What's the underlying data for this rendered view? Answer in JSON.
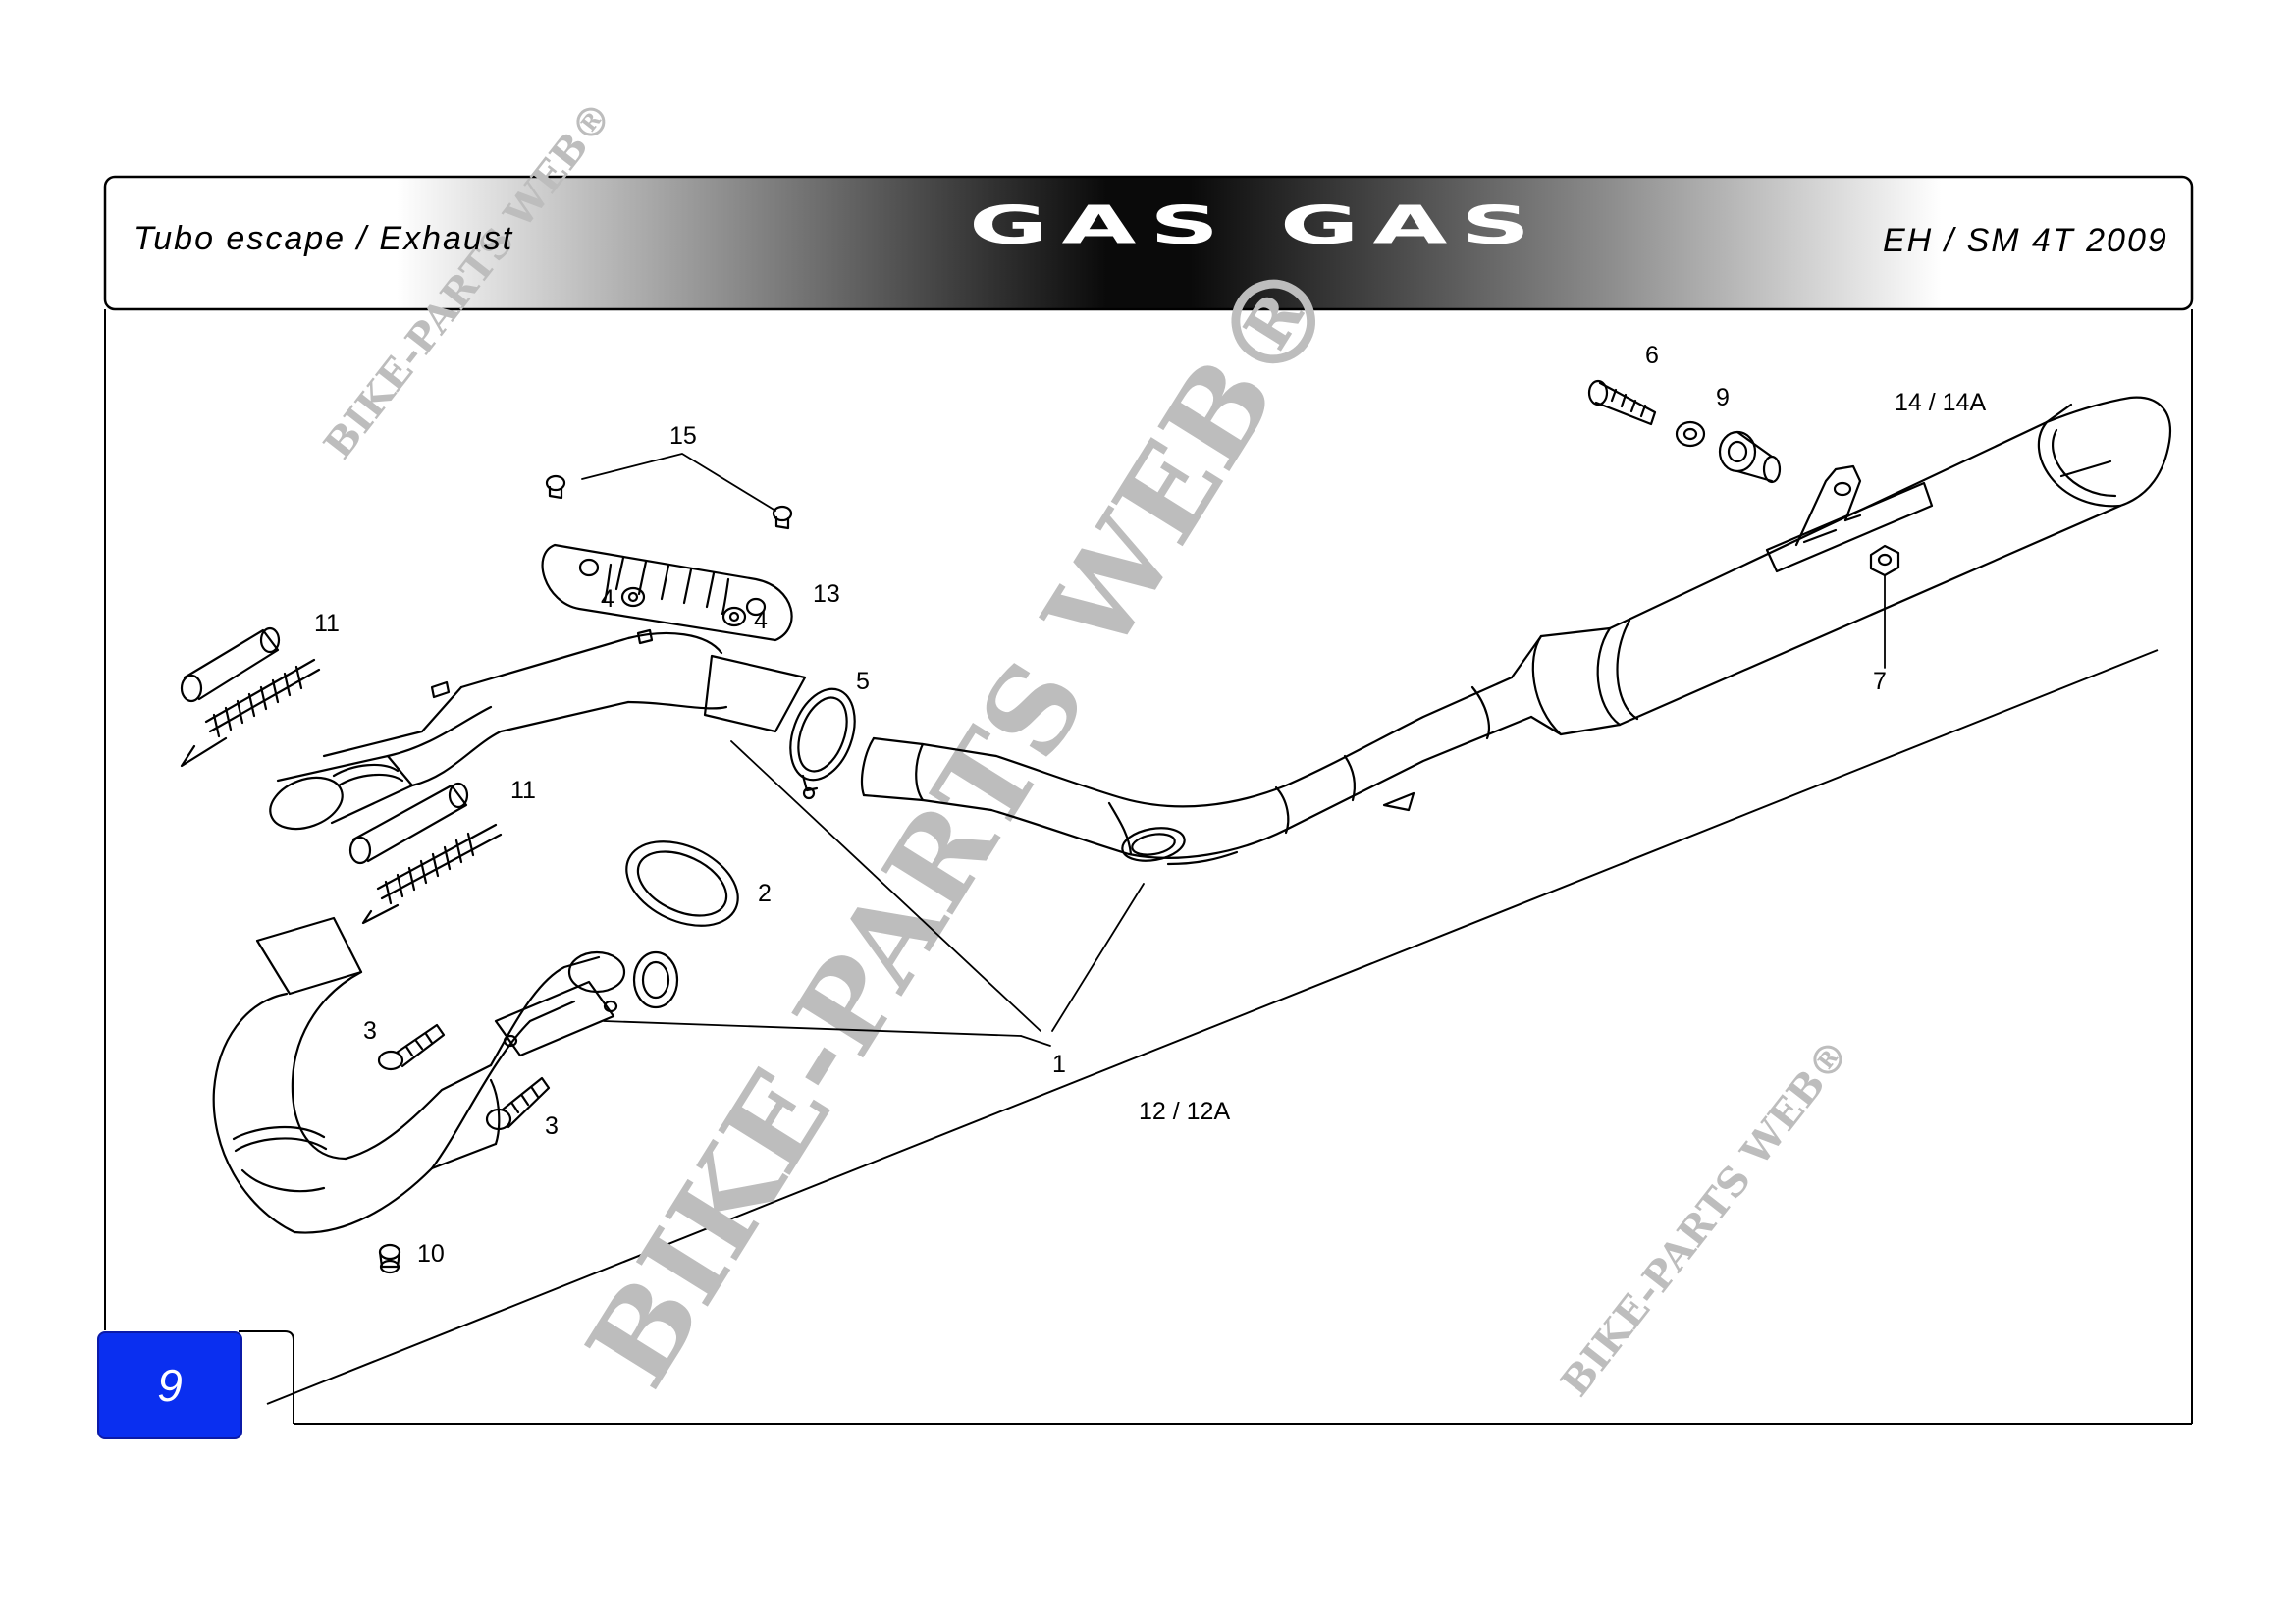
{
  "header": {
    "left_title": "Tubo escape / Exhaust",
    "brand": "GAS GAS",
    "right_title": "EH / SM 4T 2009"
  },
  "page_number": "9",
  "watermark": {
    "text_large": "BIKE-PARTS WEB",
    "text_small": "BIKE-PARTS WEB",
    "mark": "®"
  },
  "callouts": {
    "c1": "1",
    "c2": "2",
    "c3a": "3",
    "c3b": "3",
    "c4a": "4",
    "c4b": "4",
    "c5": "5",
    "c6": "6",
    "c7": "7",
    "c9": "9",
    "c10": "10",
    "c11a": "11",
    "c11b": "11",
    "c12": "12 / 12A",
    "c13": "13",
    "c14": "14 / 14A",
    "c15": "15"
  },
  "colors": {
    "page_badge": "#0a2ff0",
    "header_dark": "#000000",
    "line": "#000000",
    "watermark": "#bdbdbd"
  }
}
